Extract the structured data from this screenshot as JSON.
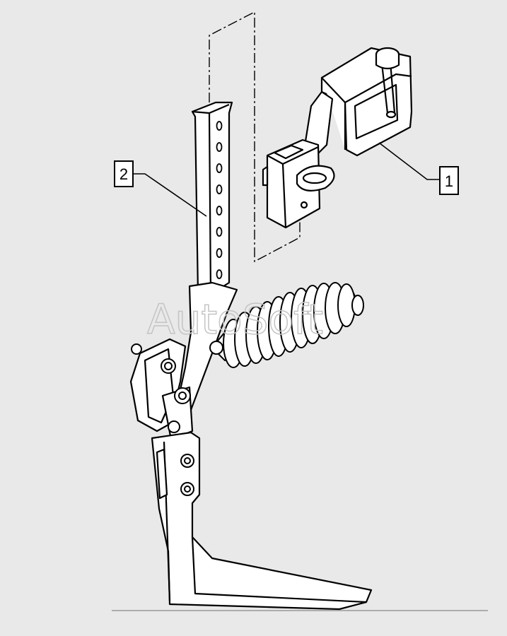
{
  "watermark": "AutoSoft",
  "callouts": [
    {
      "id": "1",
      "label": "1"
    },
    {
      "id": "2",
      "label": "2"
    }
  ],
  "colors": {
    "background": "#e9e9e9",
    "line": "#000000",
    "fill": "#ffffff",
    "watermark": "#c4c4c4"
  }
}
